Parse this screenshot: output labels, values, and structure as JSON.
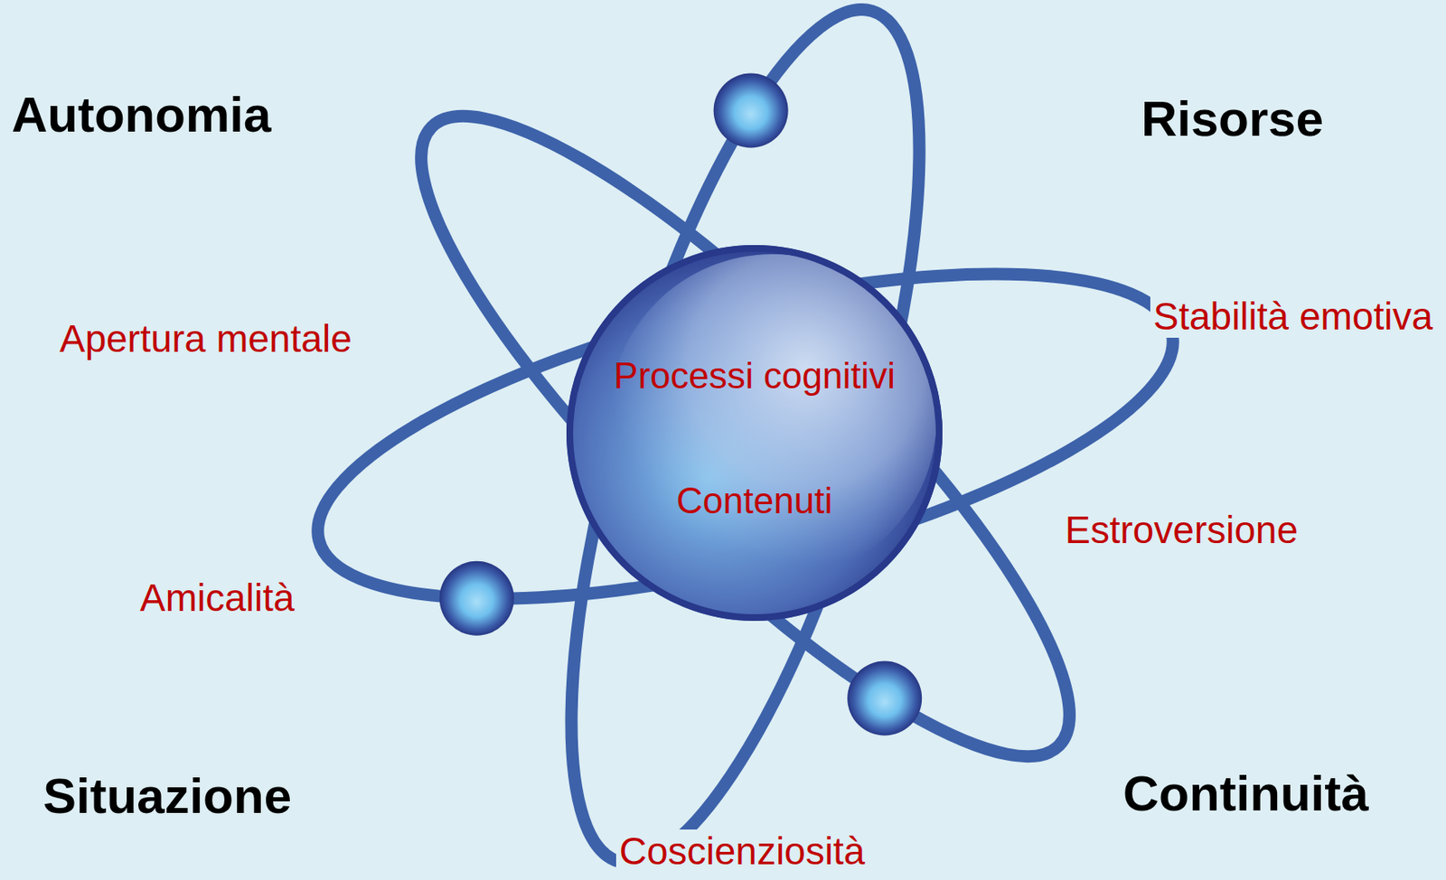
{
  "diagram": {
    "nodes": [
      {
        "text": [
          "Processi cognitivi",
          "Contenuti"
        ]
      }
    ],
    "labels": [
      "Autonomia",
      "Risorse",
      "Apertura mentale",
      "Stabilità emotiva",
      "Estroversione",
      "Amicalità",
      "Situazione",
      "Continuità",
      "Coscienziosità"
    ]
  }
}
